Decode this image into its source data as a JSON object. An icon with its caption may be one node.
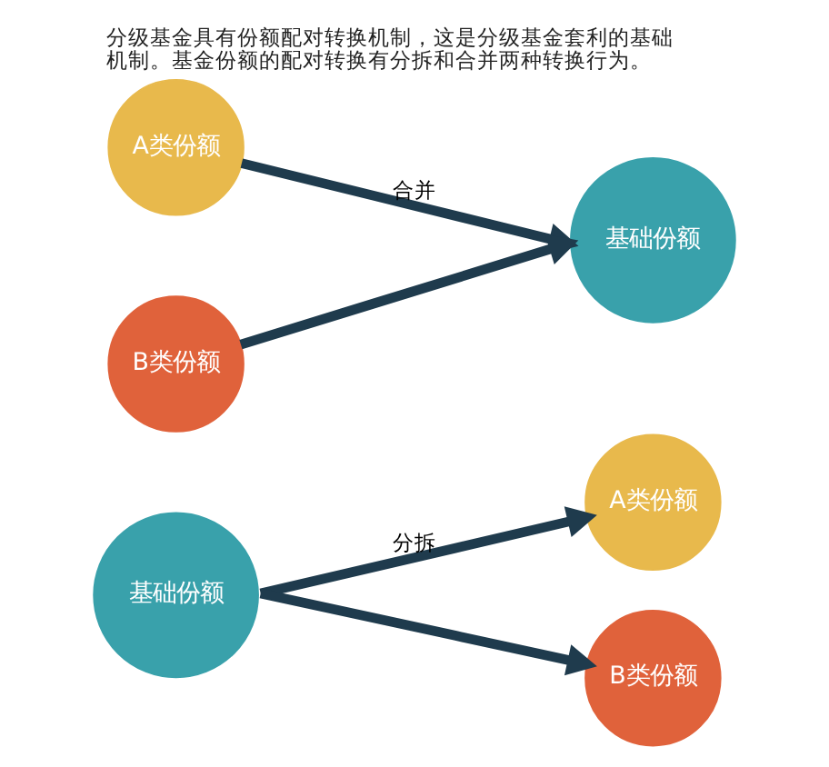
{
  "diagram": {
    "title": "分级基金具有份额配对转换机制，这是分级基金套利的基础机制。基金份额的配对转换有分拆和合并两种转换行为。",
    "nodes": [
      {
        "text": [
          "A类份额"
        ]
      },
      {
        "text": [
          "B类份额"
        ]
      },
      {
        "text": [
          "基础份额"
        ]
      },
      {
        "text": [
          "基础份额"
        ]
      },
      {
        "text": [
          "A类份额"
        ]
      },
      {
        "text": [
          "B类份额"
        ]
      }
    ],
    "edges": [
      {
        "from": 0,
        "to": 2,
        "arrow": "to",
        "label": "合并"
      },
      {
        "from": 1,
        "to": 2,
        "arrow": "to"
      },
      {
        "from": 3,
        "to": 4,
        "arrow": "to",
        "label": "分拆"
      },
      {
        "from": 3,
        "to": 5,
        "arrow": "to"
      }
    ]
  }
}
